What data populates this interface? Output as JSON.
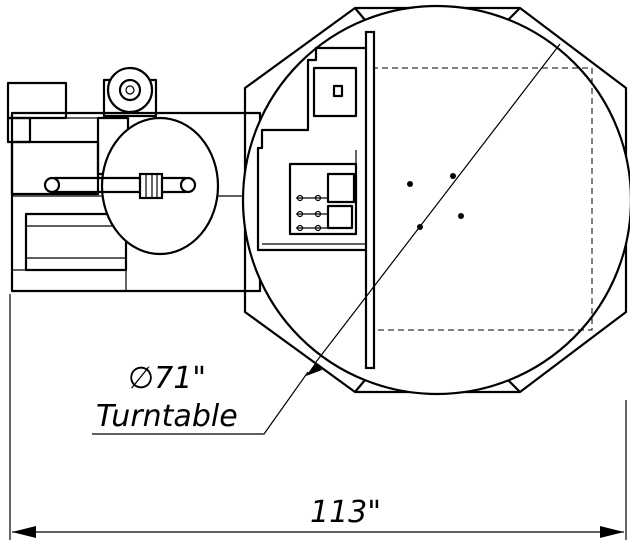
{
  "labels": {
    "diameter": "∅71\"",
    "turntable": "Turntable",
    "overall_width": "113\""
  }
}
